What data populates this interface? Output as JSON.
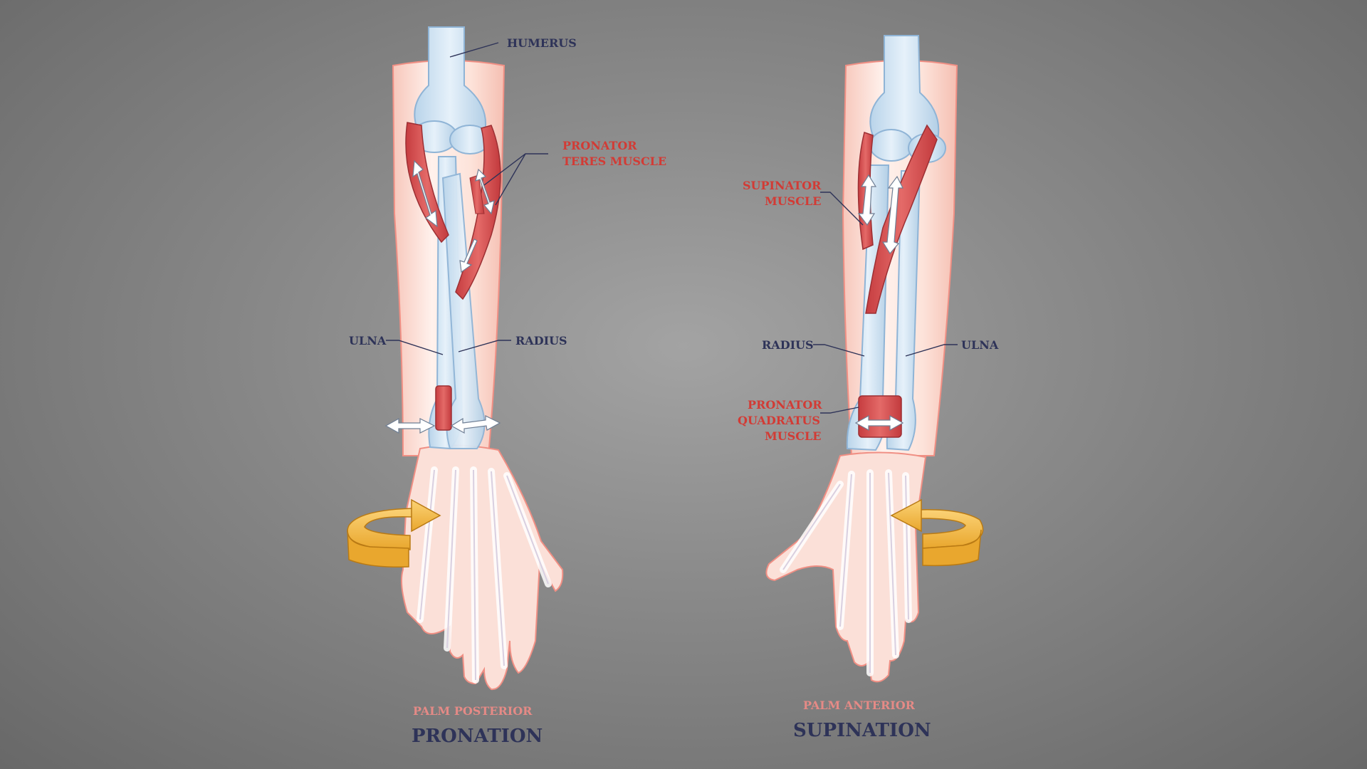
{
  "left": {
    "labels": {
      "humerus": "HUMERUS",
      "pronator_teres_1": "PRONATOR",
      "pronator_teres_2": "TERES MUSCLE",
      "ulna": "ULNA",
      "radius": "RADIUS"
    },
    "subtitle": "PALM POSTERIOR",
    "title": "PRONATION"
  },
  "right": {
    "labels": {
      "supinator_1": "SUPINATOR",
      "supinator_2": "MUSCLE",
      "radius": "RADIUS",
      "ulna": "ULNA",
      "pronator_quadratus_1": "PRONATOR",
      "pronator_quadratus_2": "QUADRATUS",
      "pronator_quadratus_3": "MUSCLE"
    },
    "subtitle": "PALM ANTERIOR",
    "title": "SUPINATION"
  },
  "colors": {
    "bone": "#cfe3f2",
    "bone_outline": "#8fb4d6",
    "muscle": "#d9585a",
    "skin": "#fbe3dc",
    "rotation_arrow": "#f5c048",
    "label_dark": "#2e3358",
    "label_red": "#d23b35"
  },
  "icons": {
    "rotation": "curved-rotation-arrow-icon",
    "movement": "double-headed-arrow-icon"
  }
}
